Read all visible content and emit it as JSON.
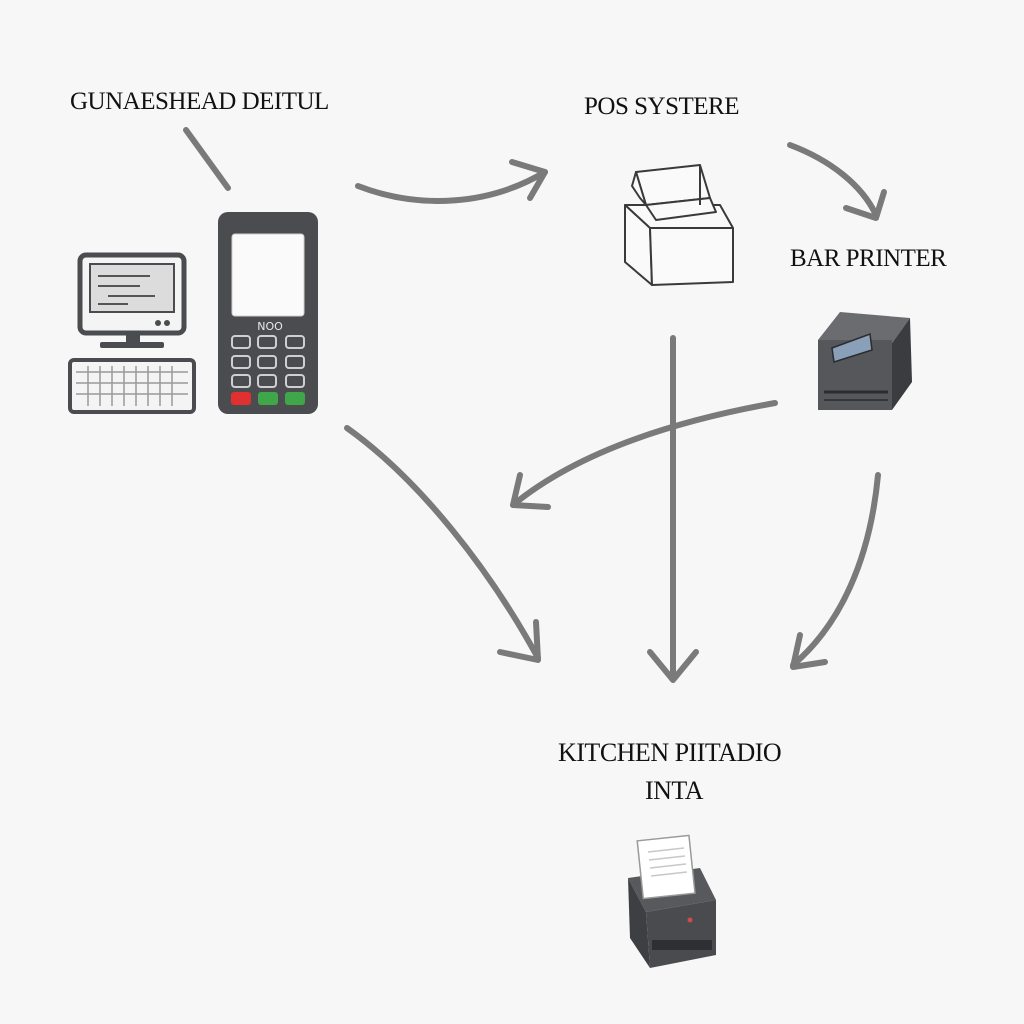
{
  "labels": {
    "guest_device": "GUNAESHEAD DEITUL",
    "pos_system": "POS SYSTERE",
    "bar_printer": "BAR PRINTER",
    "kitchen_line1": "KITCHEN PIITADIO",
    "kitchen_line2": "INTA"
  },
  "terminal_screen_text": "NOO",
  "colors": {
    "arrow": "#7a7a7a",
    "device_dark": "#4a4c50",
    "key_red": "#e03030",
    "key_green": "#3fa64a"
  },
  "icons": [
    "desktop-computer-icon",
    "payment-terminal-icon",
    "pos-register-icon",
    "bar-printer-icon",
    "kitchen-receipt-printer-icon"
  ]
}
